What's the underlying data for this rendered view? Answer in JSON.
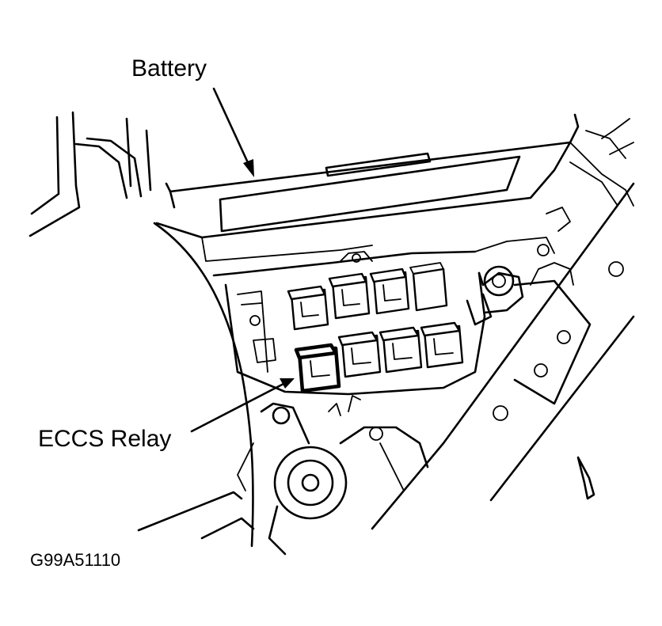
{
  "labels": {
    "battery": "Battery",
    "eccs_relay": "ECCS Relay",
    "figure_id": "G99A51110"
  },
  "colors": {
    "line": "#000000",
    "background": "#ffffff"
  }
}
